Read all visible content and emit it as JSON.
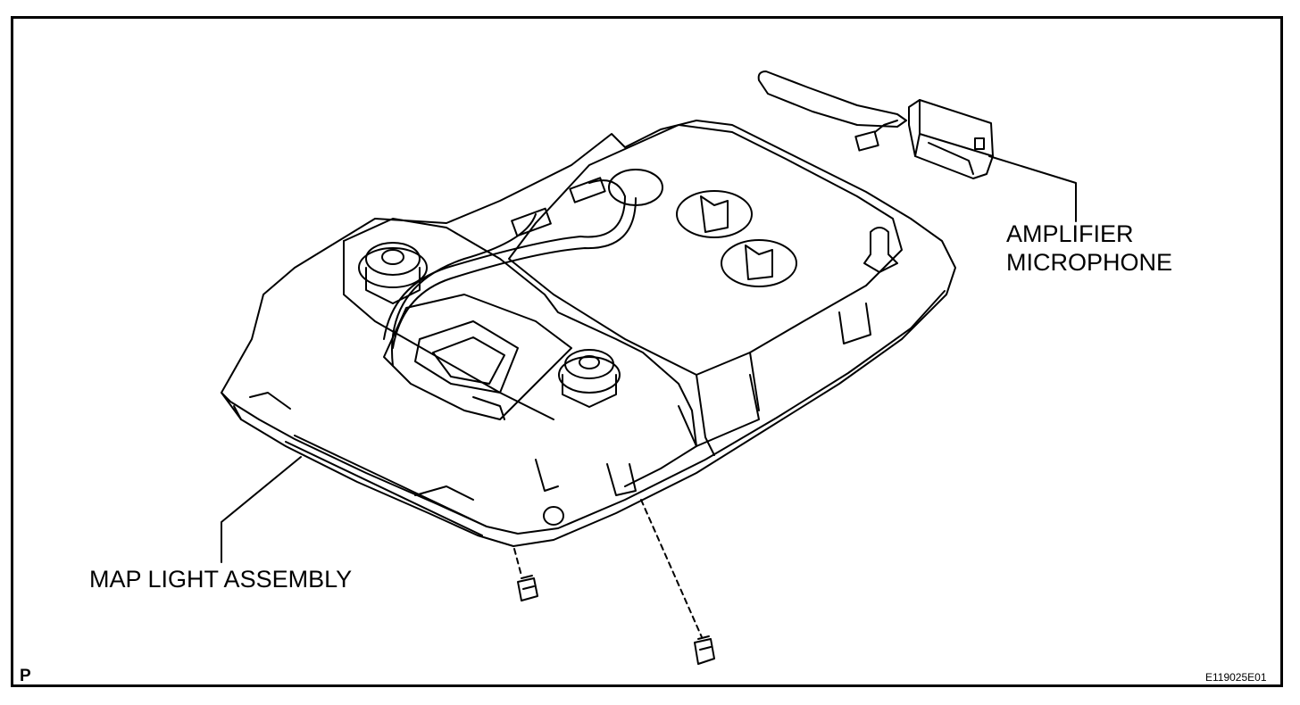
{
  "labels": {
    "amplifier_line1": "AMPLIFIER",
    "amplifier_line2": "MICROPHONE",
    "map_light": "MAP LIGHT ASSEMBLY"
  },
  "corner": {
    "letter": "P",
    "code": "E119025E01"
  }
}
